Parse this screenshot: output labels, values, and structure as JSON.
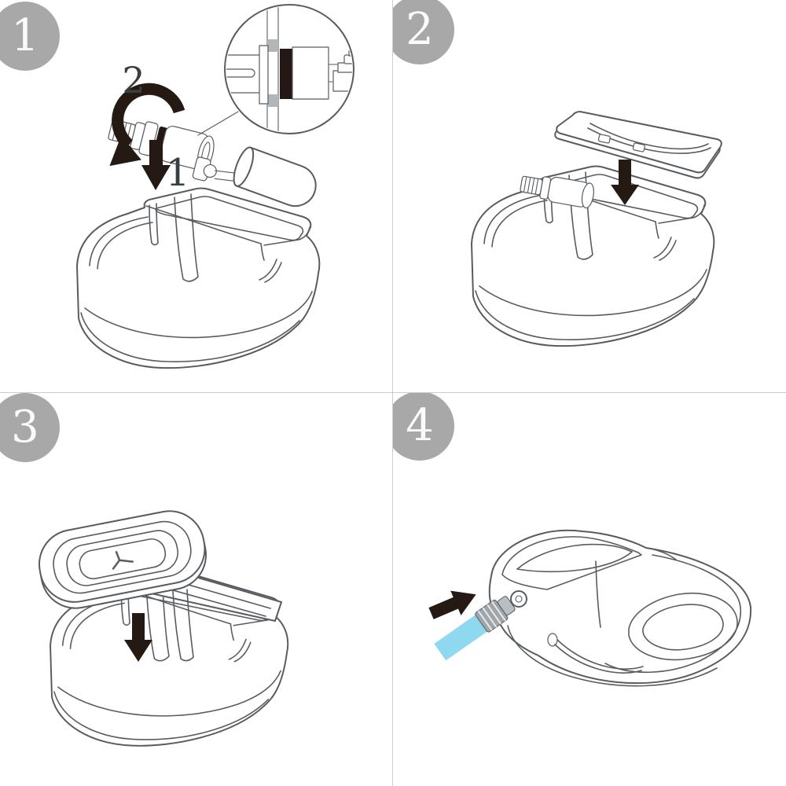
{
  "steps": [
    {
      "badge": "1",
      "labels": {
        "rotate_direction": "2",
        "insert_order": "1"
      }
    },
    {
      "badge": "2",
      "labels": {}
    },
    {
      "badge": "3",
      "labels": {}
    },
    {
      "badge": "4",
      "labels": {}
    }
  ],
  "colors": {
    "background": "#ffffff",
    "divider": "#cccccc",
    "badge_background": "#a8a8a8",
    "badge_number": "#fbfbfb",
    "line_art": "#585c60",
    "label_gray": "#3b3e41",
    "arrow_dark": "#241a13",
    "gasket_dark": "#231815",
    "detail_gray": "#b3b6b8",
    "hose_blue": "#8ed9ef",
    "connector_gray": "#9fa5a9",
    "connector_light": "#b9bec2"
  }
}
